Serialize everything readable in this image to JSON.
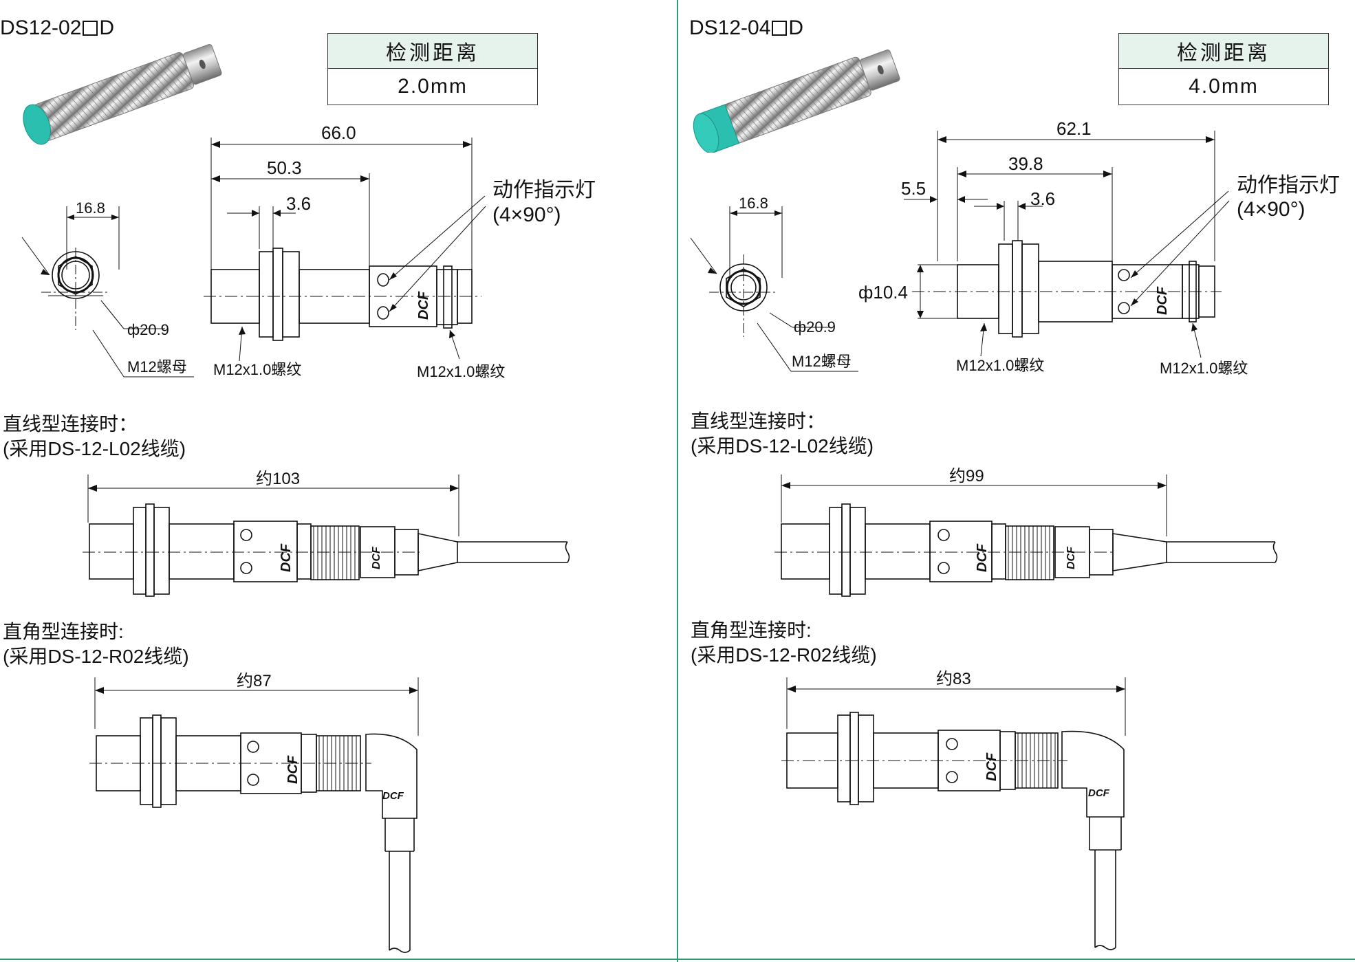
{
  "panels": [
    {
      "model": {
        "prefix": "DS12-02",
        "suffix": "D"
      },
      "spec": {
        "header": "检测距离",
        "value": "2.0mm"
      },
      "dims": {
        "total": "66.0",
        "thread": "50.3",
        "nut": "3.6",
        "front": "",
        "front_visible": false,
        "nut_width": "16.8",
        "nut_diameter": "ф20.9",
        "body_diameter": "",
        "body_diameter_visible": false
      },
      "labels": {
        "indicator": "动作指示灯",
        "indicator_angle": "(4×90°)",
        "nut_name": "M12螺母",
        "thread1": "M12x1.0螺纹",
        "thread2": "M12x1.0螺纹",
        "brand": "DCF"
      },
      "straight": {
        "title": "直线型连接时：",
        "cable": "(采用DS-12-L02线缆)",
        "length": "约103"
      },
      "angled": {
        "title": "直角型连接时:",
        "cable": "(采用DS-12-R02线缆)",
        "length": "约87"
      }
    },
    {
      "model": {
        "prefix": "DS12-04",
        "suffix": "D"
      },
      "spec": {
        "header": "检测距离",
        "value": "4.0mm"
      },
      "dims": {
        "total": "62.1",
        "thread": "39.8",
        "nut": "3.6",
        "front": "5.5",
        "front_visible": true,
        "nut_width": "16.8",
        "nut_diameter": "ф20.9",
        "body_diameter": "ф10.4",
        "body_diameter_visible": true
      },
      "labels": {
        "indicator": "动作指示灯",
        "indicator_angle": "(4×90°)",
        "nut_name": "M12螺母",
        "thread1": "M12x1.0螺纹",
        "thread2": "M12x1.0螺纹",
        "brand": "DCF"
      },
      "straight": {
        "title": "直线型连接时：",
        "cable": "(采用DS-12-L02线缆)",
        "length": "约99"
      },
      "angled": {
        "title": "直角型连接时:",
        "cable": "(采用DS-12-R02线缆)",
        "length": "约83"
      }
    }
  ],
  "colors": {
    "divider": "#2e9a6e",
    "table_header": "#e6f2ec",
    "sensor_face": "#2bbfb0"
  }
}
